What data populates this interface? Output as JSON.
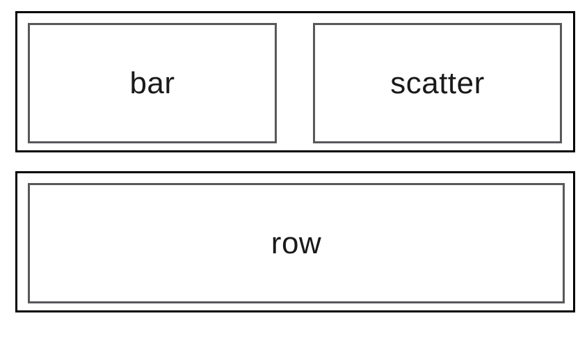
{
  "diagram": {
    "rows": [
      {
        "cells": [
          {
            "label": "bar"
          },
          {
            "label": "scatter"
          }
        ]
      },
      {
        "cells": [
          {
            "label": "row"
          }
        ]
      }
    ]
  },
  "colors": {
    "outer_border": "#000000",
    "inner_border": "#58585c",
    "text": "#1a1a1a",
    "background": "#ffffff"
  }
}
